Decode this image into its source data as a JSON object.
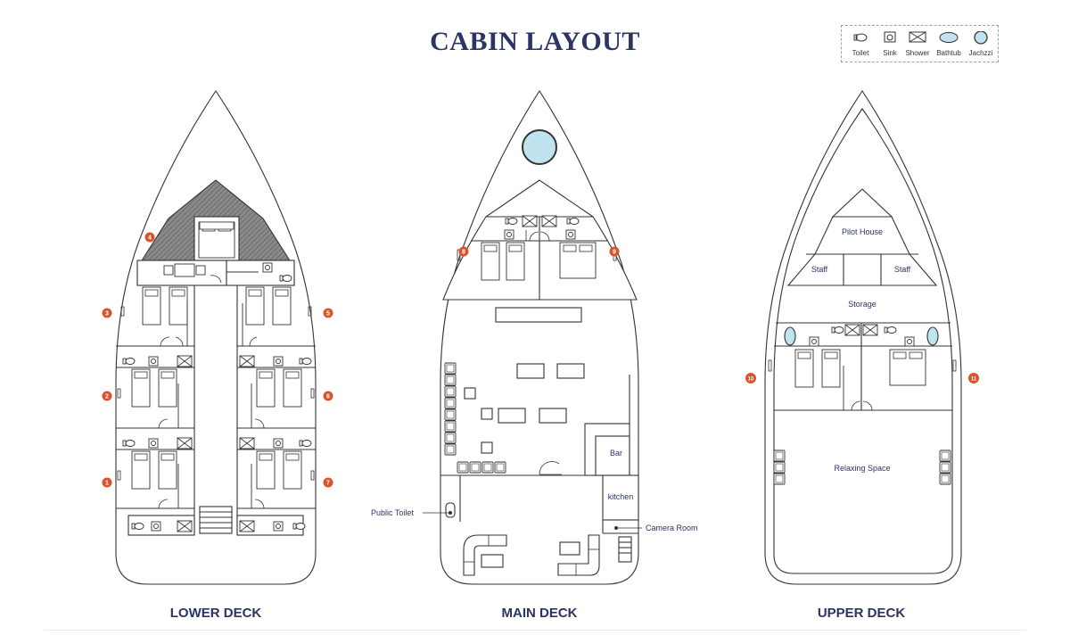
{
  "title": "CABIN LAYOUT",
  "legend": [
    {
      "icon": "toilet-icon",
      "label": "Toilet"
    },
    {
      "icon": "sink-icon",
      "label": "Sink"
    },
    {
      "icon": "shower-icon",
      "label": "Shower"
    },
    {
      "icon": "bathtub-icon",
      "label": "Bathtub"
    },
    {
      "icon": "jacuzzi-icon",
      "label": "Jachzzi"
    }
  ],
  "decks": {
    "lower": {
      "label": "LOWER DECK",
      "cabins": [
        "1",
        "2",
        "3",
        "4",
        "5",
        "6",
        "7"
      ]
    },
    "main": {
      "label": "MAIN DECK",
      "cabins": [
        "8",
        "9"
      ],
      "rooms": {
        "bar": "Bar",
        "kitchen": "kitchen",
        "public_toilet": "Public Toilet",
        "camera_room": "Camera Room"
      }
    },
    "upper": {
      "label": "UPPER DECK",
      "cabins": [
        "10",
        "11"
      ],
      "rooms": {
        "pilot_house": "Pilot House",
        "staff_left": "Staff",
        "staff_right": "Staff",
        "storage": "Storage",
        "relaxing_space": "Relaxing Space"
      }
    }
  },
  "colors": {
    "title": "#2b3464",
    "cabin_marker": "#d9532c",
    "jacuzzi": "#bfe3ef",
    "line": "#333333",
    "hatch": "#777777"
  }
}
